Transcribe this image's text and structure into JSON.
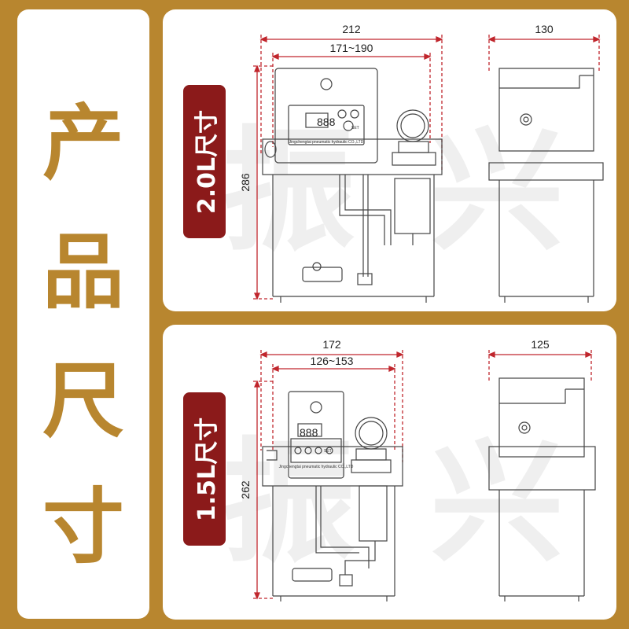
{
  "side_title": [
    "产",
    "品",
    "尺",
    "寸"
  ],
  "watermark": [
    "振",
    "兴"
  ],
  "colors": {
    "background": "#b8862f",
    "badge": "#8b1a1a",
    "dimension_line": "#c0262d"
  },
  "panels": [
    {
      "badge": "2.0L尺寸",
      "overall_width": "212",
      "inner_width": "171~190",
      "height": "286",
      "side_depth": "130",
      "display": "888",
      "nameplate": "Jingchengtai pneumatic hydraulic CO.,LTD",
      "set_label": "SET"
    },
    {
      "badge": "1.5L尺寸",
      "overall_width": "172",
      "inner_width": "126~153",
      "height": "262",
      "side_depth": "125",
      "display": "888",
      "nameplate": "Jingchengtai pneumatic hydraulic CO.,LTD",
      "set_label": "SET"
    }
  ]
}
